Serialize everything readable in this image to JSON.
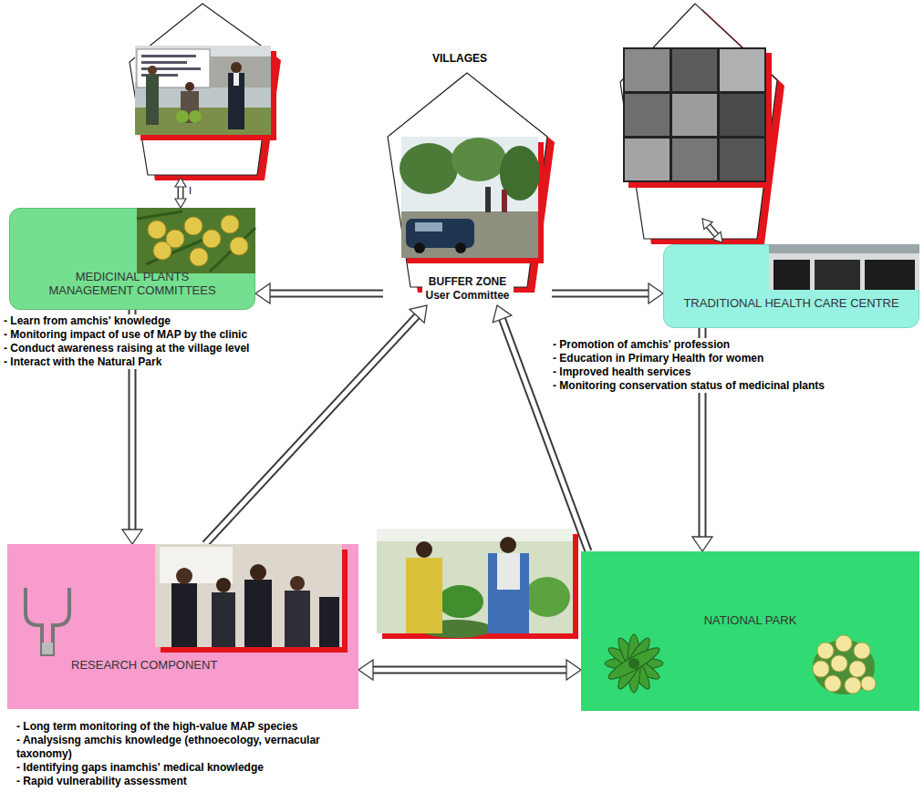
{
  "diagram": {
    "nodes": [
      {
        "text": [
          "MEDICINAL PLANTS MANAGEMENT COMMITTEES"
        ]
      },
      {
        "text": [
          "BUFFER ZONE User Committee"
        ]
      },
      {
        "text": [
          "TRADITIONAL HEALTH CARE CENTRE"
        ]
      },
      {
        "text": [
          "RESEARCH COMPONENT"
        ]
      },
      {
        "text": [
          "NATIONAL PARK"
        ]
      }
    ],
    "edges": [
      {
        "from": 1,
        "to": 0,
        "arrow": "to"
      },
      {
        "from": 1,
        "to": 2,
        "arrow": "to"
      },
      {
        "from": 0,
        "to": 3,
        "arrow": "to"
      },
      {
        "from": 2,
        "to": 4,
        "arrow": "to"
      },
      {
        "from": 3,
        "to": 1,
        "arrow": "to"
      },
      {
        "from": 4,
        "to": 1,
        "arrow": "to"
      },
      {
        "from": 3,
        "to": 4,
        "arrow": "both"
      }
    ],
    "labels": [
      "VILLAGES",
      "I",
      "- Learn from amchis' knowledge",
      "- Monitoring impact of use of MAP by the clinic",
      "- Conduct awareness raising at the village level",
      "- Interact with the Natural Park",
      "- Promotion of amchis' profession",
      "- Education in Primary Health for women",
      "- Improved health services",
      "- Monitoring conservation status of medicinal plants",
      "- Long term monitoring of the high-value MAP species",
      "- Analysisng amchis knowledge (ethnoecology, vernacular taxonomy)",
      "- Identifying gaps inamchis' medical knowledge",
      "- Rapid vulnerability assessment"
    ]
  }
}
